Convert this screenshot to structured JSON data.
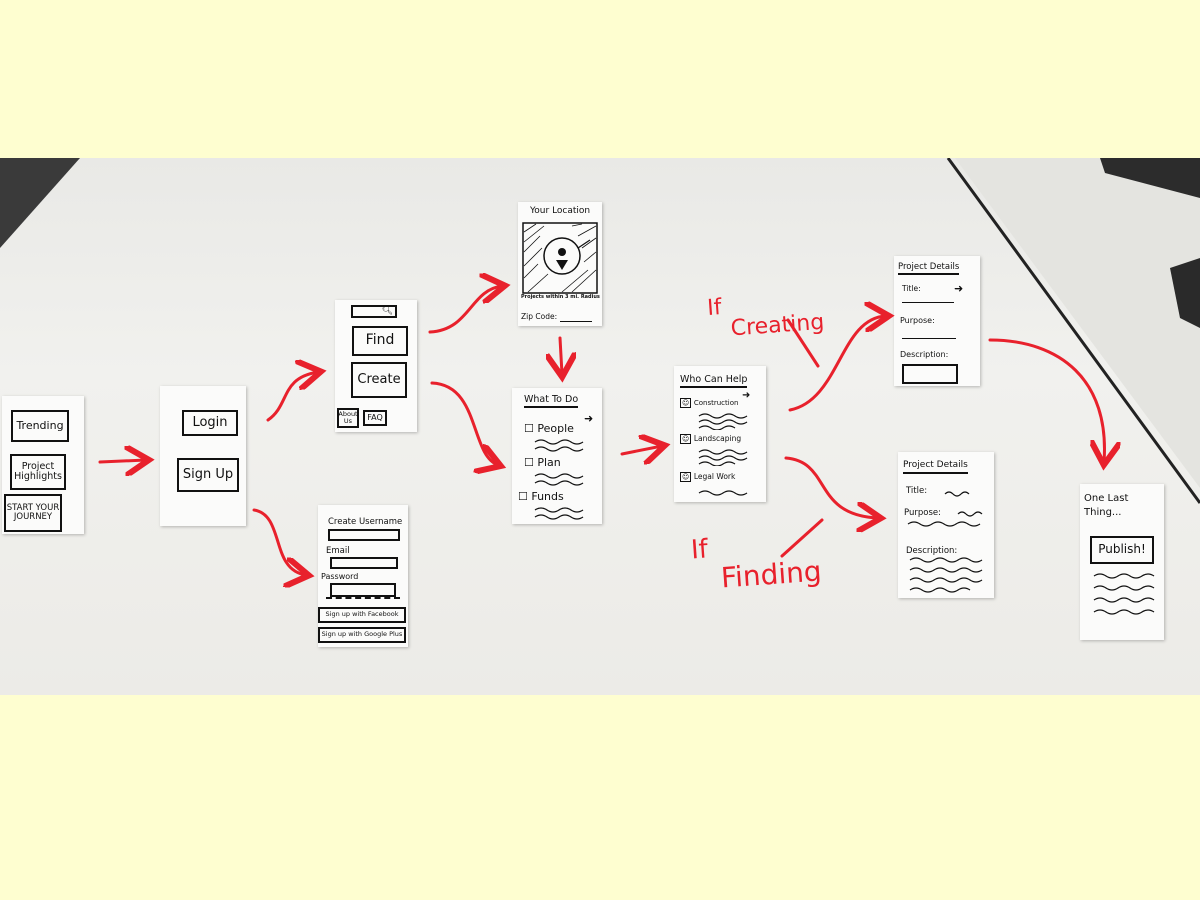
{
  "colors": {
    "ink": "#111111",
    "marker_red": "#e8212c",
    "paper": "#fbfbfa",
    "page_bg": "#fefed0"
  },
  "home": {
    "trending": "Trending",
    "highlights": "Project Highlights",
    "start": "START YOUR JOURNEY"
  },
  "auth": {
    "login": "Login",
    "signup": "Sign Up"
  },
  "main_menu": {
    "find": "Find",
    "create": "Create",
    "about": "About Us",
    "faq": "FAQ",
    "search_icon": "search-icon"
  },
  "signup_form": {
    "title": "Create Username",
    "email": "Email",
    "password": "Password",
    "facebook": "Sign up with Facebook",
    "google": "Sign up with Google Plus"
  },
  "location": {
    "title": "Your Location",
    "radius": "Projects within 3 mi. Radius",
    "zip": "Zip Code:"
  },
  "what_to_do": {
    "title": "What To Do",
    "items": [
      "People",
      "Plan",
      "Funds"
    ]
  },
  "who_can_help": {
    "title": "Who Can Help",
    "items": [
      "Construction",
      "Landscaping",
      "Legal Work"
    ]
  },
  "details_create": {
    "title": "Project Details",
    "title_field": "Title:",
    "purpose": "Purpose:",
    "description": "Description:"
  },
  "details_find": {
    "title": "Project Details",
    "title_field": "Title:",
    "purpose": "Purpose:",
    "description": "Description:"
  },
  "final": {
    "title": "One Last Thing...",
    "publish": "Publish!"
  },
  "annotations": {
    "if_creating": [
      "If",
      "Creating"
    ],
    "if_finding": [
      "If",
      "Finding"
    ]
  }
}
